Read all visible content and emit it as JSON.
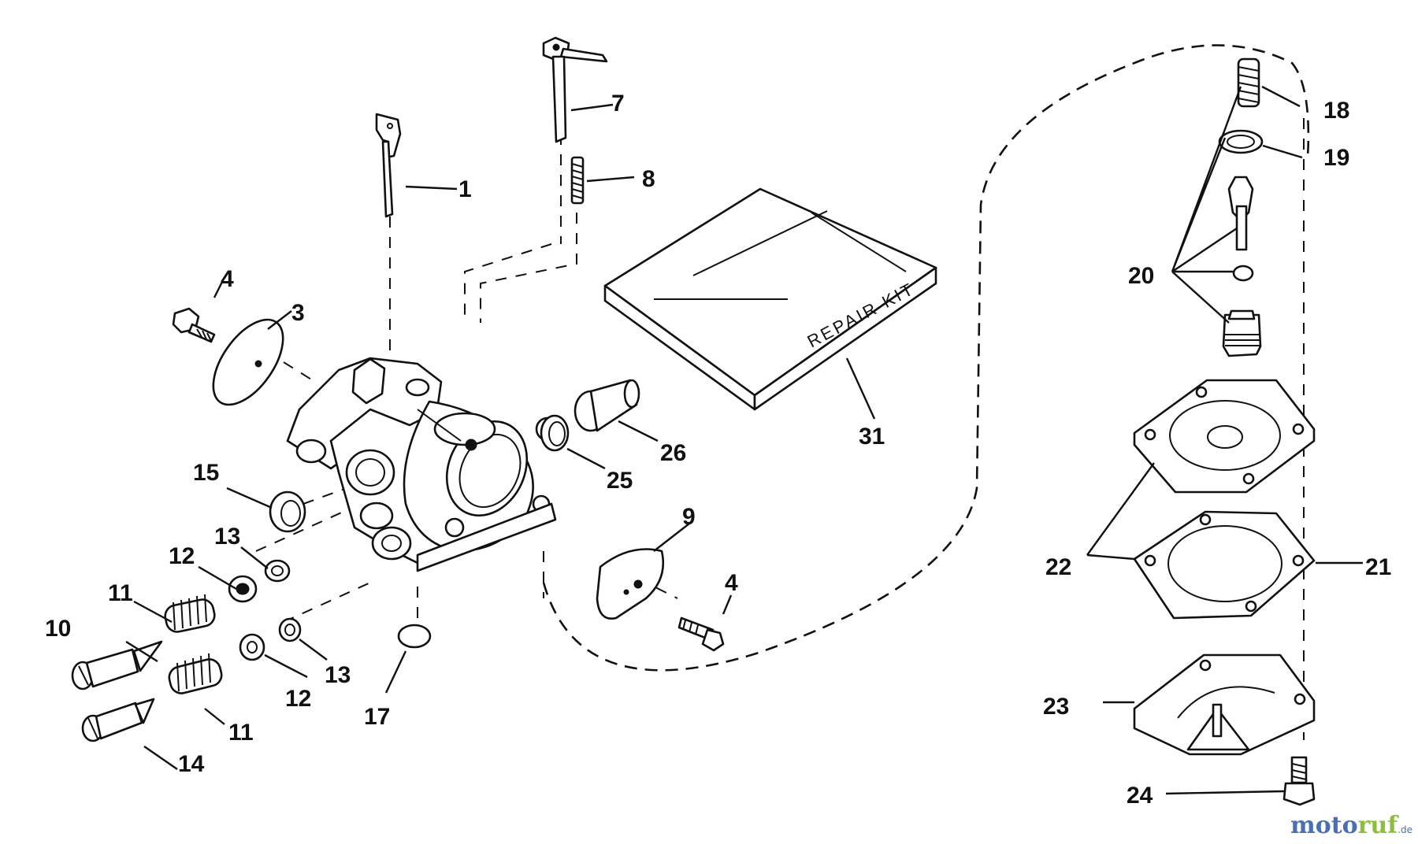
{
  "diagram": {
    "callouts": {
      "c1": "1",
      "c3": "3",
      "c4a": "4",
      "c4b": "4",
      "c7": "7",
      "c8": "8",
      "c9": "9",
      "c10": "10",
      "c11a": "11",
      "c11b": "11",
      "c12a": "12",
      "c12b": "12",
      "c13a": "13",
      "c13b": "13",
      "c14": "14",
      "c15": "15",
      "c17": "17",
      "c18": "18",
      "c19": "19",
      "c20": "20",
      "c21": "21",
      "c22": "22",
      "c23": "23",
      "c24": "24",
      "c25": "25",
      "c26": "26",
      "c31": "31"
    },
    "repair_kit_label": "REPAIR KIT"
  },
  "watermark": {
    "part1": "moto",
    "part2": "ruf",
    "suffix": ".de"
  }
}
